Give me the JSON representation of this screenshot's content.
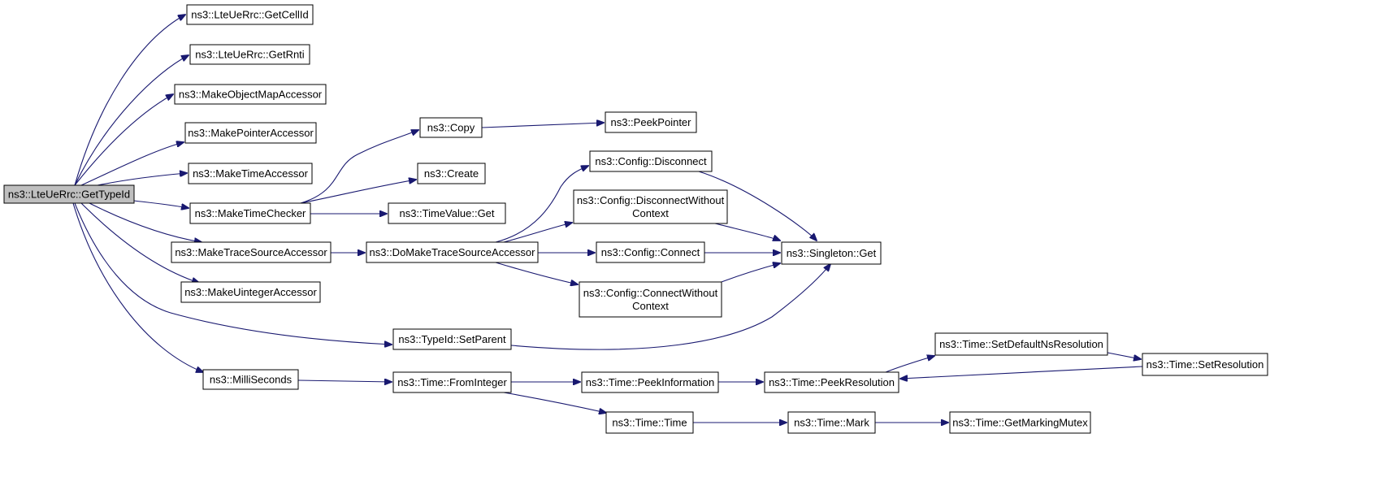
{
  "graph": {
    "colors": {
      "edge": "#191970",
      "root_fill": "#bfbfbf",
      "node_fill": "#ffffff",
      "node_border": "#000000"
    },
    "nodes": [
      {
        "id": "getTypeId",
        "label": "ns3::LteUeRrc::GetTypeId",
        "root": true
      },
      {
        "id": "getCellId",
        "label": "ns3::LteUeRrc::GetCellId"
      },
      {
        "id": "getRnti",
        "label": "ns3::LteUeRrc::GetRnti"
      },
      {
        "id": "makeObjMap",
        "label": "ns3::MakeObjectMapAccessor"
      },
      {
        "id": "makePtr",
        "label": "ns3::MakePointerAccessor"
      },
      {
        "id": "makeTimeAcc",
        "label": "ns3::MakeTimeAccessor"
      },
      {
        "id": "makeTimeChk",
        "label": "ns3::MakeTimeChecker"
      },
      {
        "id": "makeTrace",
        "label": "ns3::MakeTraceSourceAccessor"
      },
      {
        "id": "makeUint",
        "label": "ns3::MakeUintegerAccessor"
      },
      {
        "id": "milli",
        "label": "ns3::MilliSeconds"
      },
      {
        "id": "copy",
        "label": "ns3::Copy"
      },
      {
        "id": "peekPtr",
        "label": "ns3::PeekPointer"
      },
      {
        "id": "create",
        "label": "ns3::Create"
      },
      {
        "id": "timeValGet",
        "label": "ns3::TimeValue::Get"
      },
      {
        "id": "doMakeTrace",
        "label": "ns3::DoMakeTraceSourceAccessor"
      },
      {
        "id": "cfgDisc",
        "label": "ns3::Config::Disconnect"
      },
      {
        "id": "cfgDiscWo",
        "label": [
          "ns3::Config::DisconnectWithout",
          "Context"
        ]
      },
      {
        "id": "cfgConn",
        "label": "ns3::Config::Connect"
      },
      {
        "id": "cfgConnWo",
        "label": [
          "ns3::Config::ConnectWithout",
          "Context"
        ]
      },
      {
        "id": "singleton",
        "label": "ns3::Singleton::Get"
      },
      {
        "id": "setParent",
        "label": "ns3::TypeId::SetParent"
      },
      {
        "id": "fromInt",
        "label": "ns3::Time::FromInteger"
      },
      {
        "id": "peekInfo",
        "label": "ns3::Time::PeekInformation"
      },
      {
        "id": "peekRes",
        "label": "ns3::Time::PeekResolution"
      },
      {
        "id": "setDefNs",
        "label": "ns3::Time::SetDefaultNsResolution"
      },
      {
        "id": "setRes",
        "label": "ns3::Time::SetResolution"
      },
      {
        "id": "timeTime",
        "label": "ns3::Time::Time"
      },
      {
        "id": "mark",
        "label": "ns3::Time::Mark"
      },
      {
        "id": "getMutex",
        "label": "ns3::Time::GetMarkingMutex"
      }
    ],
    "edges": [
      {
        "from": "getTypeId",
        "to": "getCellId"
      },
      {
        "from": "getTypeId",
        "to": "getRnti"
      },
      {
        "from": "getTypeId",
        "to": "makeObjMap"
      },
      {
        "from": "getTypeId",
        "to": "makePtr"
      },
      {
        "from": "getTypeId",
        "to": "makeTimeAcc"
      },
      {
        "from": "getTypeId",
        "to": "makeTimeChk"
      },
      {
        "from": "getTypeId",
        "to": "makeTrace"
      },
      {
        "from": "getTypeId",
        "to": "makeUint"
      },
      {
        "from": "getTypeId",
        "to": "setParent"
      },
      {
        "from": "getTypeId",
        "to": "milli"
      },
      {
        "from": "makeTimeChk",
        "to": "copy"
      },
      {
        "from": "makeTimeChk",
        "to": "create"
      },
      {
        "from": "makeTimeChk",
        "to": "timeValGet"
      },
      {
        "from": "copy",
        "to": "peekPtr"
      },
      {
        "from": "makeTrace",
        "to": "doMakeTrace"
      },
      {
        "from": "doMakeTrace",
        "to": "cfgDisc"
      },
      {
        "from": "doMakeTrace",
        "to": "cfgDiscWo"
      },
      {
        "from": "doMakeTrace",
        "to": "cfgConn"
      },
      {
        "from": "doMakeTrace",
        "to": "cfgConnWo"
      },
      {
        "from": "cfgDisc",
        "to": "singleton"
      },
      {
        "from": "cfgDiscWo",
        "to": "singleton"
      },
      {
        "from": "cfgConn",
        "to": "singleton"
      },
      {
        "from": "cfgConnWo",
        "to": "singleton"
      },
      {
        "from": "setParent",
        "to": "singleton"
      },
      {
        "from": "milli",
        "to": "fromInt"
      },
      {
        "from": "fromInt",
        "to": "peekInfo"
      },
      {
        "from": "fromInt",
        "to": "timeTime"
      },
      {
        "from": "peekInfo",
        "to": "peekRes"
      },
      {
        "from": "peekRes",
        "to": "setDefNs"
      },
      {
        "from": "setDefNs",
        "to": "setRes"
      },
      {
        "from": "setRes",
        "to": "peekRes"
      },
      {
        "from": "timeTime",
        "to": "mark"
      },
      {
        "from": "mark",
        "to": "getMutex"
      }
    ]
  }
}
